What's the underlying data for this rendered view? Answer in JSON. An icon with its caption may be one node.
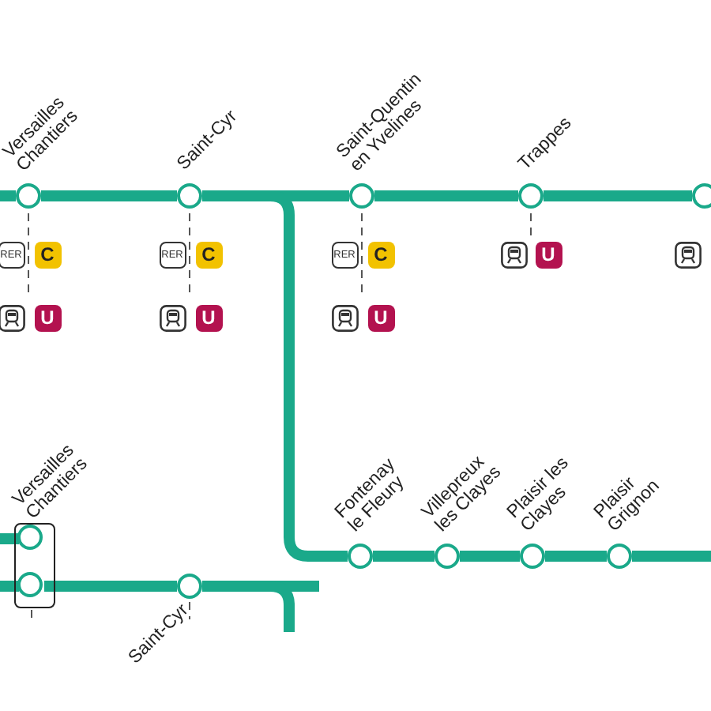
{
  "diagram": {
    "nodes": [
      {
        "text": [
          "Versailles Chantiers"
        ],
        "beside": [
          "RER",
          "C",
          "U"
        ]
      },
      {
        "text": [
          "Saint-Cyr"
        ],
        "beside": [
          "RER",
          "C",
          "U"
        ]
      },
      {
        "text": [
          "Saint-Quentin en Yvelines"
        ],
        "beside": [
          "RER",
          "C",
          "U"
        ]
      },
      {
        "text": [
          "Trappes"
        ],
        "beside": [
          "U"
        ]
      },
      {
        "text": [],
        "shape": "circle"
      },
      {
        "text": [
          "Fontenay le Fleury"
        ]
      },
      {
        "text": [
          "Villepreux les Clayes"
        ]
      },
      {
        "text": [
          "Plaisir les Clayes"
        ]
      },
      {
        "text": [
          "Plaisir Grignon"
        ]
      },
      {
        "text": [
          "Versailles Chantiers"
        ]
      },
      {
        "text": [],
        "shape": "circle",
        "in": 9
      },
      {
        "text": [],
        "shape": "circle",
        "in": 9
      },
      {
        "text": [
          "Saint-Cyr"
        ]
      }
    ],
    "edges": [
      {
        "from": null,
        "to": 0,
        "arrow": "none"
      },
      {
        "from": 0,
        "to": 1,
        "arrow": "none"
      },
      {
        "from": 1,
        "to": 2,
        "arrow": "none"
      },
      {
        "from": 2,
        "to": 3,
        "arrow": "none"
      },
      {
        "from": 3,
        "to": 4,
        "arrow": "none"
      },
      {
        "from": 1,
        "to": 5,
        "arrow": "none"
      },
      {
        "from": 5,
        "to": 6,
        "arrow": "none"
      },
      {
        "from": 6,
        "to": 7,
        "arrow": "none"
      },
      {
        "from": 7,
        "to": 8,
        "arrow": "none"
      },
      {
        "from": 8,
        "to": null,
        "arrow": "none"
      },
      {
        "from": null,
        "to": 10,
        "arrow": "none"
      },
      {
        "from": null,
        "to": 11,
        "arrow": "none"
      },
      {
        "from": 11,
        "to": 12,
        "arrow": "none"
      },
      {
        "from": 12,
        "to": null,
        "arrow": "none"
      },
      {
        "from": 12,
        "to": null,
        "arrow": "none"
      }
    ]
  }
}
